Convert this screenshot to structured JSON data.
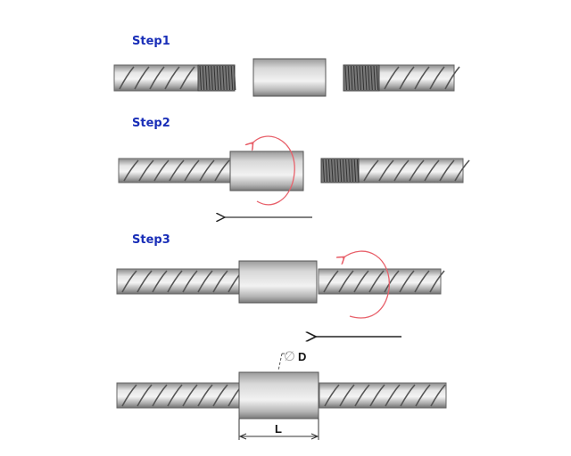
{
  "steps": [
    {
      "label": "Step1"
    },
    {
      "label": "Step2"
    },
    {
      "label": "Step3"
    }
  ],
  "dimensions": {
    "diameter_symbol": "∅",
    "diameter_label": "D",
    "length_label": "L"
  },
  "colors": {
    "step_label": "#1a2fb8",
    "rotation_arrow": "#e8606a",
    "steel": "#b9b9b9"
  }
}
